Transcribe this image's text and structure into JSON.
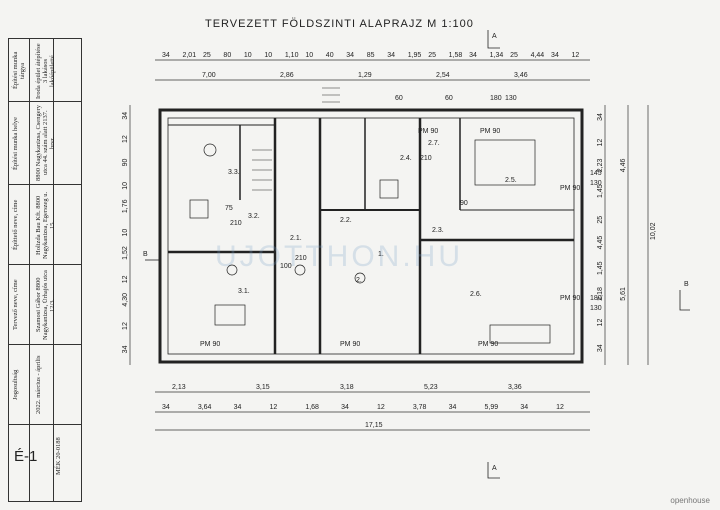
{
  "header": {
    "title": "TERVEZETT FÖLDSZINTI ALAPRAJZ  M 1:100"
  },
  "title_block": {
    "col1": [
      "Építési munka tárgya",
      "Építési munka helye",
      "Építtető neve, címe",
      "Tervező neve, címe",
      "Jogosultság",
      "MÉK 20-0188"
    ],
    "col2": [
      "Iroda épület átépítése 3 lakásos lakóépületté",
      "8800 Nagykanizsa, Csengery utca 44. szám alatt 2137. hrsz.",
      "Holizda Bau Kft. 8800 Nagykanizsa, Egerszeg u. 15.",
      "Szamosi Gábor 8800 Nagykanizsa, Ürhajós utca 12/3.",
      "2022. március - április"
    ],
    "drawing_no": "É-1"
  },
  "dims": {
    "top_row1": [
      "34",
      "2,01",
      "25",
      "80",
      "10",
      "10",
      "1,10",
      "10",
      "40",
      "34",
      "85",
      "34",
      "1,95",
      "25",
      "1,58",
      "34",
      "1,34",
      "25",
      "4,44",
      "34",
      "12"
    ],
    "top_row2": [
      "7,00",
      "2,86",
      "1,29",
      "2,54",
      "3,46"
    ],
    "bottom_row1": [
      "2,13",
      "3,15",
      "3,18",
      "5,23",
      "3,36"
    ],
    "bottom_row2": [
      "34",
      "3,64",
      "34",
      "12",
      "1,68",
      "34",
      "12",
      "3,78",
      "34",
      "5,99",
      "34",
      "12"
    ],
    "bottom_total": "17,15",
    "right_col1": [
      "34",
      "12",
      "2,23",
      "1,45",
      "25",
      "4,45",
      "1,45",
      "2,18",
      "12",
      "34"
    ],
    "right_col2": [
      "4,46",
      "5,61"
    ],
    "right_total": "10,02",
    "left_col": [
      "34",
      "12",
      "90",
      "10",
      "1,76",
      "10",
      "1,52",
      "12",
      "4,30",
      "12",
      "34"
    ]
  },
  "section_marks": {
    "a": "A",
    "b": "B"
  },
  "rooms": [
    "3.3.",
    "3.2.",
    "3.1.",
    "2.1.",
    "2.2.",
    "2.4.",
    "2.7.",
    "2.3.",
    "1.",
    "2.",
    "2.5.",
    "2.6."
  ],
  "openings": [
    "PM 90",
    "PM 90",
    "PM 90",
    "PM 90",
    "PM 90",
    "PM 90",
    "PM 90",
    "100",
    "210",
    "90",
    "210",
    "75",
    "210",
    "60",
    "60",
    "180",
    "130",
    "145",
    "130",
    "180",
    "130"
  ],
  "watermark": "UJOTTHON.HU",
  "corner_logo": "openhouse"
}
